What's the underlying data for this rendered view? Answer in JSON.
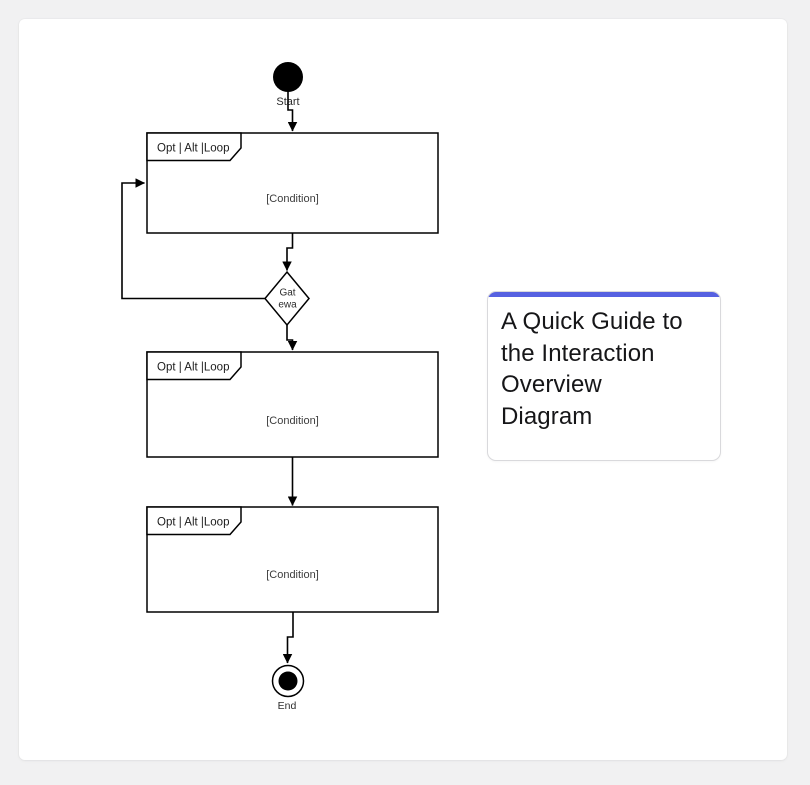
{
  "page": {
    "background_color": "#f1f1f2",
    "canvas_color": "#ffffff"
  },
  "diagram": {
    "stroke_color": "#000000",
    "start": {
      "label": "Start"
    },
    "gateway": {
      "line1": "Gat",
      "line2": "ewa"
    },
    "frames": [
      {
        "tab": "Opt | Alt |Loop",
        "body": "[Condition]"
      },
      {
        "tab": "Opt | Alt |Loop",
        "body": "[Condition]"
      },
      {
        "tab": "Opt | Alt |Loop",
        "body": "[Condition]"
      }
    ],
    "end": {
      "label": "End"
    }
  },
  "note_card": {
    "accent_color": "#5661e1",
    "title": "A Quick Guide to the Interaction Overview Diagram",
    "title_lines": [
      "A Quick Guide to",
      "the Interaction",
      "Overview",
      "Diagram"
    ]
  }
}
